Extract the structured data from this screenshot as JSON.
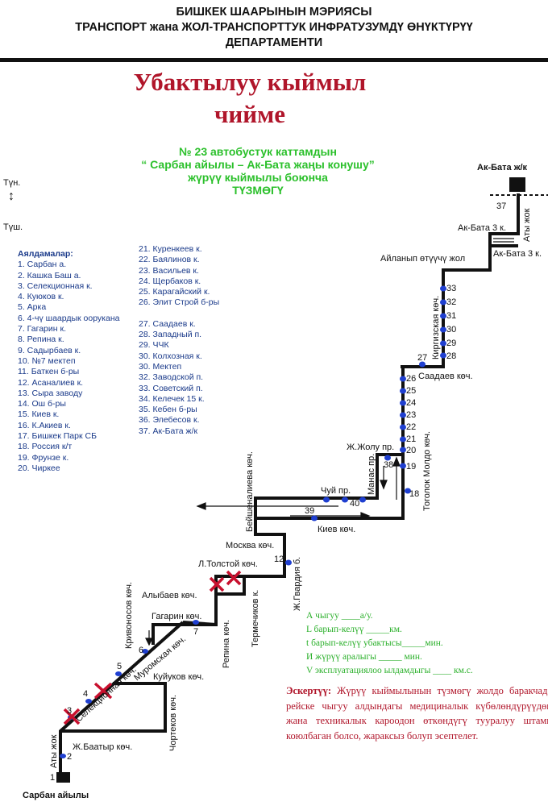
{
  "header": {
    "line1": "БИШКЕК ШААРЫНЫН МЭРИЯСЫ",
    "line2": "ТРАНСПОРТ жана ЖОЛ-ТРАНСПОРТТУК ИНФРАТУЗУМДҮ ӨНҮКТҮРҮҮ",
    "line3": "ДЕПАРТАМЕНТИ"
  },
  "title": {
    "line1": "Убактылуу кыймыл",
    "line2": "чийме"
  },
  "subtitle": {
    "line1": "№ 23  автобустук каттамдын",
    "line2": "“ Сарбан  айылы – Ак-Бата жаңы конушу”",
    "line3": "жүрүү кыймылы боюнча",
    "line4": "ТҮЗМӨГҮ"
  },
  "compass": {
    "north": "Түн.",
    "south": "Түш."
  },
  "stops_heading": "Аялдамалар:",
  "stops_col1": [
    "1. Сарбан а.",
    "2. Кашка Баш а.",
    "3. Селекционная к.",
    "4. Куюков к.",
    "5. Арка",
    "6. 4-чү шаардык оорукана",
    "7. Гагарин к.",
    "8. Репина к.",
    "9. Садырбаев к.",
    "10. №7 мектеп",
    "11. Баткен б-ры",
    "12. Асаналиев к.",
    "13. Сыра заводу",
    "14. Ош б-ры",
    "15. Киев к.",
    "16. К.Акиев к.",
    "17. Бишкек Парк СБ",
    "18. Россия к/т",
    "19. Фрунзе к.",
    "20. Чиркее"
  ],
  "stops_col2a": [
    "21. Куренкеев к.",
    "22. Баялинов к.",
    "23. Васильев к.",
    "24. Щербаков к.",
    "25. Карагайский к.",
    "26. Элит Строй б-ры"
  ],
  "stops_col2b": [
    "27. Саадаев к.",
    "28. Западный п.",
    "29. ЧЧК",
    "30. Колхозная к.",
    "30. Мектеп",
    "32. Заводской п.",
    "33. Советский п.",
    "34. Келечек 15 к.",
    "35. Кебен б-ры",
    "36. Элебесов к.",
    "37. Ак-Бата ж/к"
  ],
  "map": {
    "terminal_start": "Сарбан айылы",
    "terminal_end": "Ак-Бата ж/к",
    "streets": {
      "aty_jok_1": "Аты жок",
      "baatyr": "Ж.Баатыр көч.",
      "chortekov": "Чортеков көч.",
      "kuyukov": "Куйуков көч.",
      "selekcionnaya": "Селекционная көч.",
      "muromskaya": "Муромская көч.",
      "krivonosov": "Кривоносов көч.",
      "gagarin": "Гагарин көч.",
      "alybaev": "Алыбаев көч.",
      "repina": "Репина көч.",
      "tolstoy": "Л.Толстой көч.",
      "termechikov": "Термечиков к.",
      "gvardiya": "Ж.Гвардия б.",
      "moskva": "Москва көч.",
      "beishenalieva": "Бейшеналиева көч.",
      "kiev": "Киев көч.",
      "chui": "Чуй пр.",
      "manas": "Манас пр.",
      "jolu": "Ж.Жолу пр.",
      "togolok": "Тоголок Молдо көч.",
      "saadaev": "Саадаев көч.",
      "kirgizskaya": "Киргизская көч.",
      "aylanyp": "Айланып өтүүчү жол",
      "akbata3_a": "Ак-Бата 3 к.",
      "akbata3_b": "Ак-Бата 3 к.",
      "aty_jok_2": "Аты жок"
    },
    "stop_numbers": [
      "1",
      "2",
      "3",
      "4",
      "5",
      "6",
      "7",
      "12",
      "39",
      "40",
      "38",
      "18",
      "19",
      "20",
      "21",
      "22",
      "23",
      "24",
      "25",
      "26",
      "27",
      "28",
      "29",
      "30",
      "31",
      "32",
      "33",
      "37"
    ]
  },
  "params": {
    "a": "А чыгуу  ____а/у.",
    "l": "L барып-келүү  _____км.",
    "t": "t барып-келүү убактысы_____мин.",
    "i": "И жүрүү аралыгы _____    мин.",
    "v": "V эксплуатациялоо ылдамдыгы ____ км.с."
  },
  "note": {
    "label": "Эскертүү:",
    "text": " Жүрүү кыймылынын түзмөгү жолдо баракчада рейске чыгуу алдындагы медициналык күбөлөндүрүүдөн жана техникалык кароодон өткөндүгү тууралуу штамп коюлбаган болсо, жараксыз болуп эсептелет."
  },
  "colors": {
    "title": "#b0152a",
    "subtitle": "#2bc02b",
    "stop_dot": "#1f3fd0",
    "closure": "#c8102e",
    "stops_text": "#1a3a8a"
  }
}
